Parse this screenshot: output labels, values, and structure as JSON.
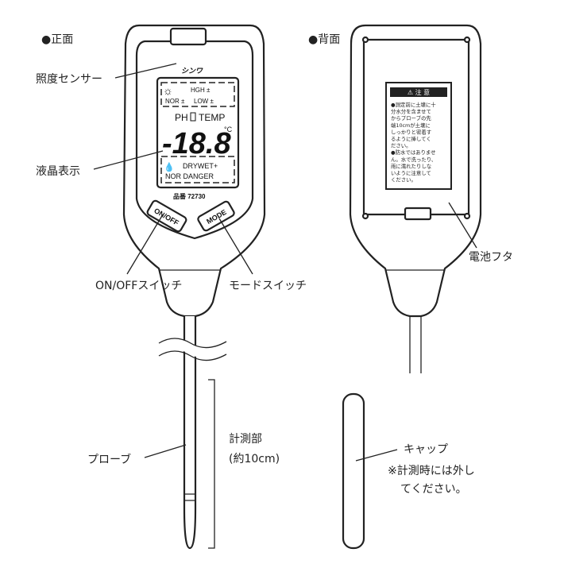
{
  "front": {
    "heading": "●正面",
    "labels": {
      "light_sensor": "照度センサー",
      "lcd": "液晶表示",
      "on_off_switch": "ON/OFFスイッチ",
      "mode_switch": "モードスイッチ",
      "probe": "プローブ",
      "measuring_part": "計測部",
      "measuring_length": "(約10cm)"
    },
    "brand": "シンワ",
    "model": "品番 72730",
    "buttons": {
      "on_off": "ON/OFF",
      "mode": "MODE"
    },
    "display": {
      "light_high": "HGH ±",
      "light_nor": "NOR ±",
      "light_low": "LOW ±",
      "modes": "PH",
      "temp": "TEMP",
      "value": "-18.8",
      "unit": "°C",
      "moisture": "DRYWET+",
      "moisture_status": "NOR DANGER"
    }
  },
  "back": {
    "heading": "●背面",
    "labels": {
      "battery_cover": "電池フタ",
      "cap": "キャップ",
      "cap_note_1": "※計測時には外し",
      "cap_note_2": "てください。"
    },
    "warning": {
      "title": "⚠ 注 意",
      "lines": [
        "●測定前に土壌に十",
        "分水分を含ませて",
        "からプローブの先",
        "端10cmが土壌に",
        "しっかりと密着す",
        "るように挿してく",
        "ださい。",
        "●防水ではありませ",
        "ん。水で洗ったり、",
        "雨に濡れたりしな",
        "いように注意して",
        "ください。"
      ]
    }
  }
}
